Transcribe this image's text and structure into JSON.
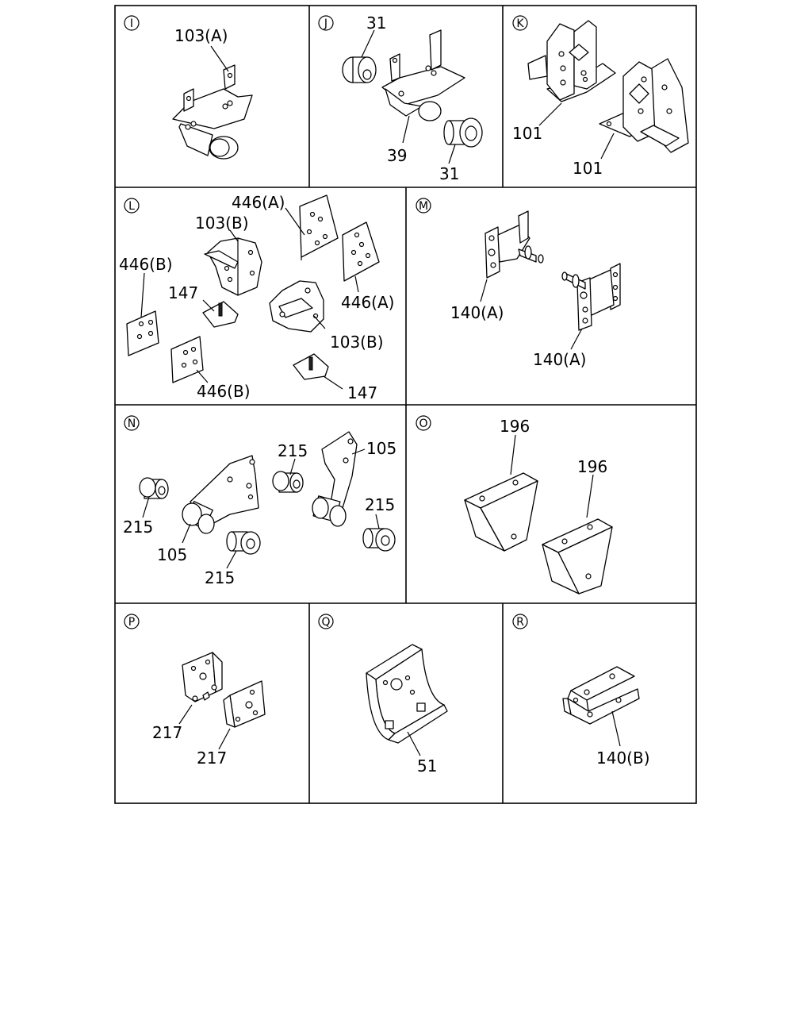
{
  "panels": [
    {
      "id": "I",
      "parts": [
        "103(A)"
      ]
    },
    {
      "id": "J",
      "parts": [
        "31",
        "39",
        "31"
      ]
    },
    {
      "id": "K",
      "parts": [
        "101",
        "101"
      ]
    },
    {
      "id": "L",
      "parts": [
        "446(A)",
        "103(B)",
        "446(B)",
        "147",
        "446(A)",
        "103(B)",
        "446(B)",
        "147"
      ]
    },
    {
      "id": "M",
      "parts": [
        "140(A)",
        "140(A)"
      ]
    },
    {
      "id": "N",
      "parts": [
        "215",
        "105",
        "215",
        "215",
        "105",
        "215"
      ]
    },
    {
      "id": "O",
      "parts": [
        "196",
        "196"
      ]
    },
    {
      "id": "P",
      "parts": [
        "217",
        "217"
      ]
    },
    {
      "id": "Q",
      "parts": [
        "51"
      ]
    },
    {
      "id": "R",
      "parts": [
        "140(B)"
      ]
    }
  ]
}
